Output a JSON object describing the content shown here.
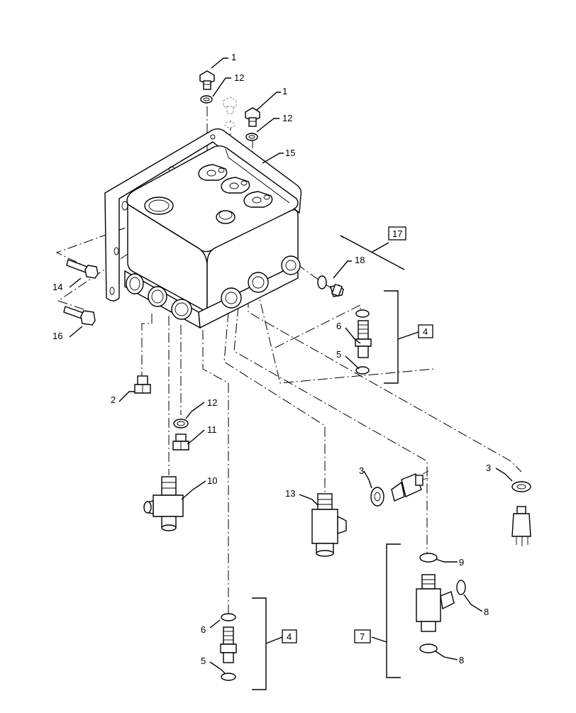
{
  "callouts": [
    {
      "id": "c1a",
      "text": "1"
    },
    {
      "id": "c12a",
      "text": "12"
    },
    {
      "id": "c1b",
      "text": "1"
    },
    {
      "id": "c12b",
      "text": "12"
    },
    {
      "id": "c15",
      "text": "15"
    },
    {
      "id": "c18",
      "text": "18"
    },
    {
      "id": "c14",
      "text": "14"
    },
    {
      "id": "c16",
      "text": "16"
    },
    {
      "id": "c6a",
      "text": "6"
    },
    {
      "id": "c5a",
      "text": "5"
    },
    {
      "id": "c2",
      "text": "2"
    },
    {
      "id": "c12c",
      "text": "12"
    },
    {
      "id": "c11",
      "text": "11"
    },
    {
      "id": "c10",
      "text": "10"
    },
    {
      "id": "c3a",
      "text": "3"
    },
    {
      "id": "c3b",
      "text": "3"
    },
    {
      "id": "c13",
      "text": "13"
    },
    {
      "id": "c9",
      "text": "9"
    },
    {
      "id": "c8a",
      "text": "8"
    },
    {
      "id": "c8b",
      "text": "8"
    },
    {
      "id": "c6b",
      "text": "6"
    },
    {
      "id": "c5b",
      "text": "5"
    }
  ],
  "boxed_callouts": [
    {
      "id": "b17",
      "text": "17"
    },
    {
      "id": "b4a",
      "text": "4"
    },
    {
      "id": "b4b",
      "text": "4"
    },
    {
      "id": "b7",
      "text": "7"
    }
  ]
}
